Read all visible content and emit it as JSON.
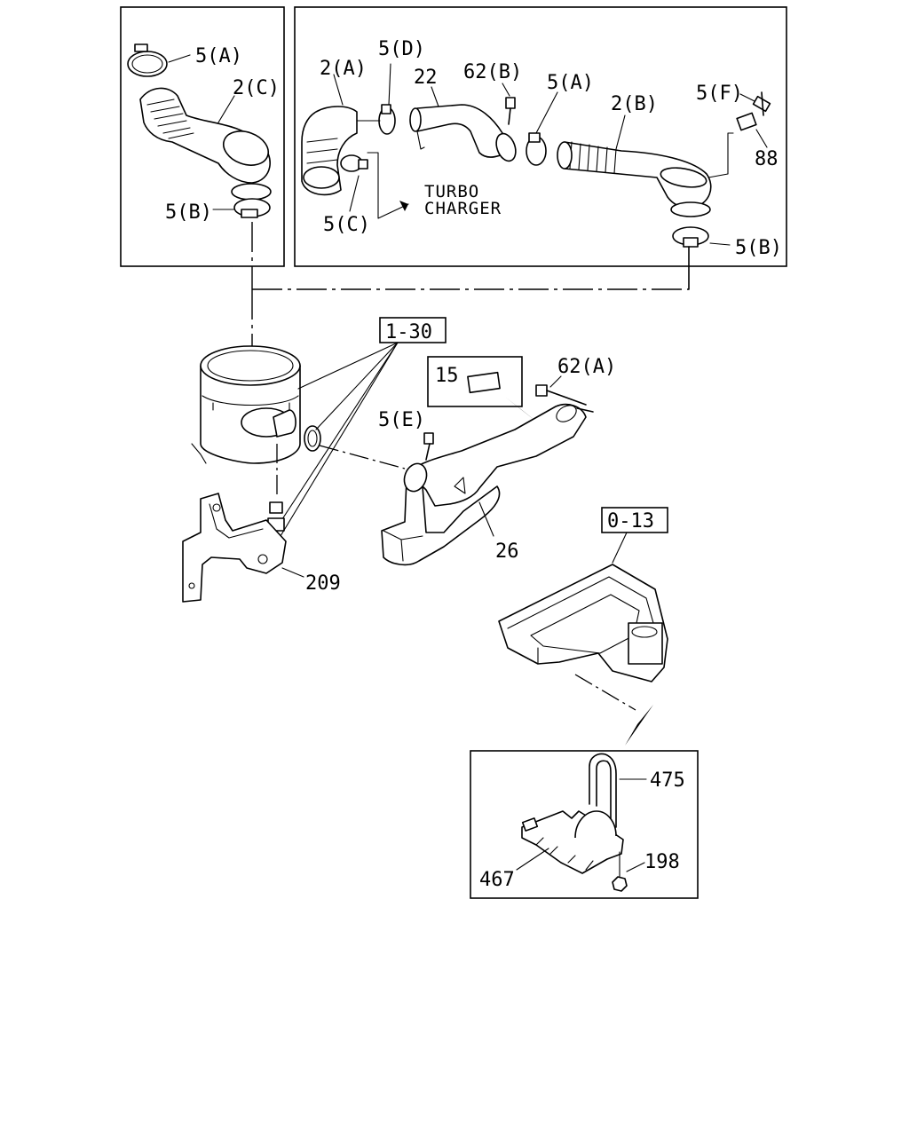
{
  "labels": {
    "clamp_5A_left": "5(A)",
    "hose_2C": "2(C)",
    "clamp_5B_left": "5(B)",
    "hose_2A": "2(A)",
    "clamp_5D": "5(D)",
    "pipe_22": "22",
    "bolt_62B": "62(B)",
    "clamp_5A_right": "5(A)",
    "hose_2B": "2(B)",
    "clamp_5F": "5(F)",
    "part_88": "88",
    "clamp_5C": "5(C)",
    "clamp_5B_right": "5(B)",
    "ref_1_30": "1-30",
    "part_15": "15",
    "bolt_62A": "62(A)",
    "clamp_5E": "5(E)",
    "duct_26": "26",
    "bracket_209": "209",
    "ref_0_13": "0-13",
    "bolt_475": "475",
    "plate_467": "467",
    "nut_198": "198"
  },
  "annotations": {
    "turbo_line1": "TURBO",
    "turbo_line2": "CHARGER"
  }
}
